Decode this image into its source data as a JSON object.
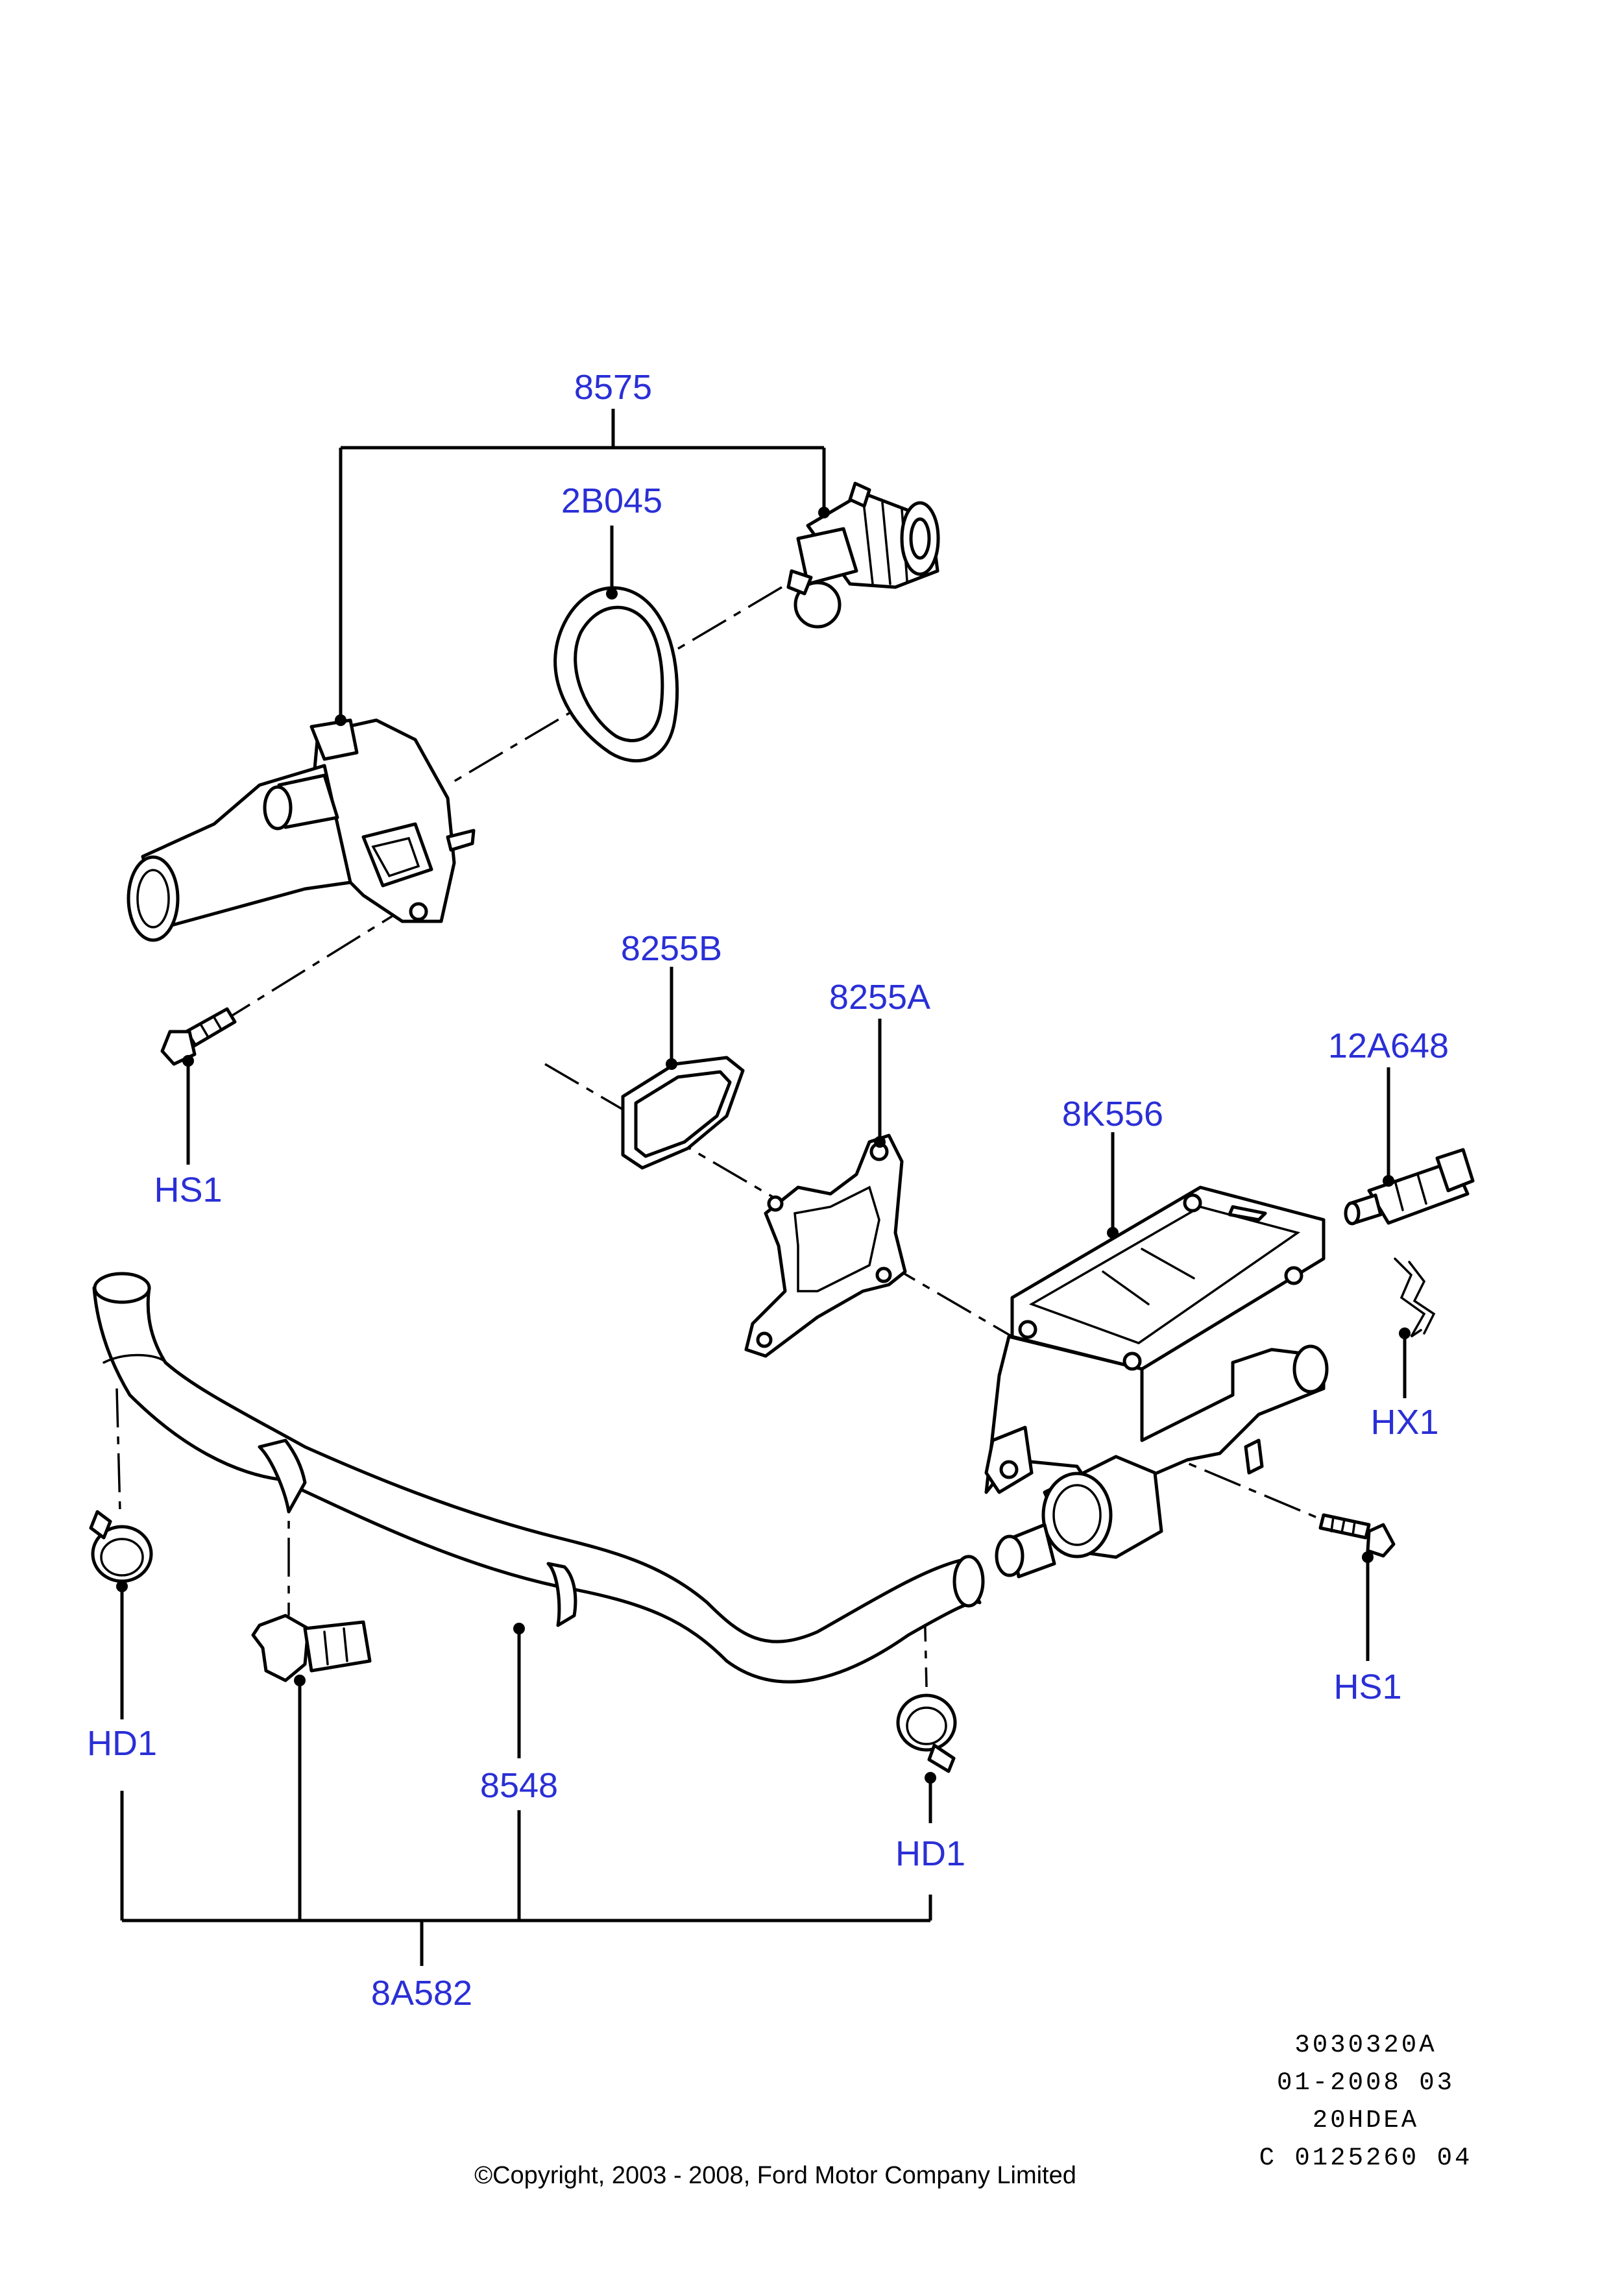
{
  "colors": {
    "label": "#2a2fd6",
    "line": "#000000",
    "background": "#ffffff"
  },
  "callouts": {
    "thermostat_kit": "8575",
    "thermostat_seal": "2B045",
    "gasket_b": "8255B",
    "gasket_a": "8255A",
    "sensor": "12A648",
    "housing": "8K556",
    "bolt_upper": "HS1",
    "bolt_lower": "HS1",
    "clip": "HX1",
    "hose": "8548",
    "clamp_left": "HD1",
    "clamp_right": "HD1",
    "hose_kit": "8A582"
  },
  "meta": {
    "ref_1": "3030320A",
    "ref_2": "01-2008 03",
    "ref_3": "20HDEA",
    "ref_4": "C 0125260 04"
  },
  "copyright": "©Copyright, 2003 - 2008, Ford Motor Company Limited"
}
